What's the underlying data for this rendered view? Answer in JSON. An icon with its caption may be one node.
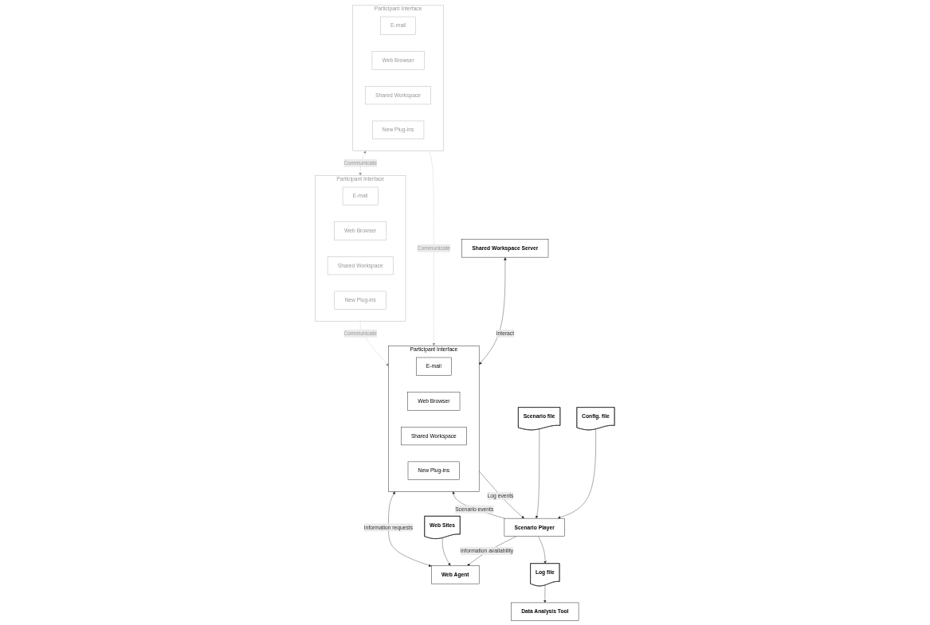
{
  "diagram": {
    "nodes": [
      {
        "text": [
          "Config. file"
        ]
      },
      {
        "text": [
          "Scenario Player"
        ]
      },
      {
        "text": [
          "Web Agent"
        ]
      },
      {
        "text": [
          "Web Sites"
        ]
      },
      {
        "text": [
          "Scenario file"
        ]
      },
      {
        "text": [
          "Log file"
        ]
      },
      {
        "text": [
          "Shared Workspace Server"
        ]
      },
      {
        "text": [
          "Data Analysis Tool"
        ]
      },
      {
        "text": [
          "Participant Interface"
        ]
      },
      {
        "text": [
          "E-mail"
        ],
        "in": 8
      },
      {
        "text": [
          "Web Browser"
        ],
        "in": 8
      },
      {
        "text": [
          "Shared Workspace"
        ],
        "in": 8
      },
      {
        "text": [
          "New Plug-ins"
        ],
        "in": 8
      },
      {
        "text": [
          "Participant Interface"
        ]
      },
      {
        "text": [
          "E-mail"
        ],
        "in": 13
      },
      {
        "text": [
          "Web Browser"
        ],
        "in": 13
      },
      {
        "text": [
          "Shared Workspace"
        ],
        "in": 13
      },
      {
        "text": [
          "New Plug-ins"
        ],
        "in": 13
      },
      {
        "text": [
          "Participant Interface"
        ]
      },
      {
        "text": [
          "E-mail"
        ],
        "in": 18
      },
      {
        "text": [
          "Web Browser"
        ],
        "in": 18
      },
      {
        "text": [
          "Shared Workspace"
        ],
        "in": 18
      },
      {
        "text": [
          "New Plug-ins"
        ],
        "in": 18
      }
    ],
    "edges": [
      {
        "from": 0,
        "to": 1,
        "arrow": "to"
      },
      {
        "from": 1,
        "to": 2,
        "arrow": "to",
        "label": "Information availability"
      },
      {
        "from": 3,
        "to": 2,
        "arrow": "to"
      },
      {
        "from": 4,
        "to": 1,
        "arrow": "to"
      },
      {
        "from": 1,
        "to": 5,
        "arrow": "to"
      },
      {
        "from": 5,
        "to": 7,
        "arrow": "to"
      },
      {
        "from": 1,
        "to": 8,
        "arrow": "to",
        "label": "Scenario events"
      },
      {
        "from": 8,
        "to": 1,
        "arrow": "to",
        "label": "Log events"
      },
      {
        "from": 6,
        "to": 8,
        "arrow": "both",
        "label": "Interact"
      },
      {
        "from": 8,
        "to": 2,
        "arrow": "both",
        "label": "Information requests"
      },
      {
        "from": 13,
        "to": 8,
        "arrow": "to",
        "label": "Communicate",
        "style": "dashed",
        "color": "#999999"
      },
      {
        "from": 18,
        "to": 8,
        "arrow": "to",
        "label": "Communicate",
        "style": "dashed",
        "color": "#999999"
      },
      {
        "from": 13,
        "to": 18,
        "arrow": "both",
        "label": "Communicate",
        "style": "dashed",
        "color": "#999999"
      }
    ]
  }
}
